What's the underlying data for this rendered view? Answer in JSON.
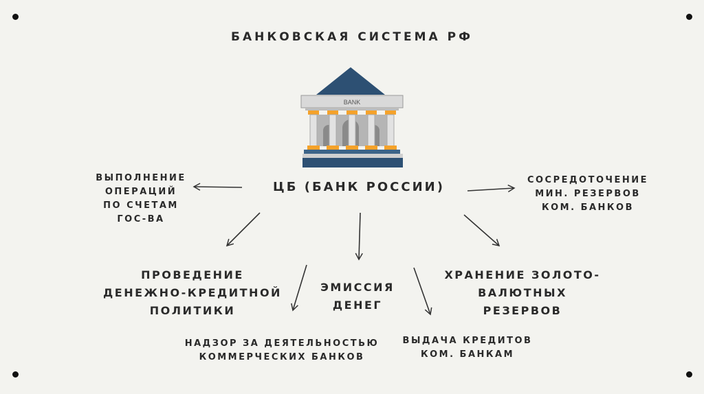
{
  "title": "БАНКОВСКАЯ СИСТЕМА РФ",
  "bank_icon": {
    "sign": "BANK",
    "icon": "bank-building-icon"
  },
  "center": "ЦБ (БАНК РОССИИ)",
  "nodes": {
    "left_top": "ВЫПОЛНЕНИЕ\nОПЕРАЦИЙ\nПО СЧЕТАМ\nГОС-ВА",
    "right_top": "СОСРЕДОТОЧЕНИЕ\nМИН. РЕЗЕРВОВ\nКОМ. БАНКОВ",
    "policy": "ПРОВЕДЕНИЕ\nДЕНЕЖНО-КРЕДИТНОЙ\nПОЛИТИКИ",
    "emission": "ЭМИССИЯ\nДЕНЕГ",
    "reserves": "ХРАНЕНИЕ ЗОЛОТО-\nВАЛЮТНЫХ\nРЕЗЕРВОВ",
    "supervision": "НАДЗОР ЗА ДЕЯТЕЛЬНОСТЬЮ\nКОММЕРЧЕСКИХ БАНКОВ",
    "credits": "ВЫДАЧА КРЕДИТОВ\nКОМ. БАНКАМ"
  },
  "colors": {
    "background": "#f3f3ef",
    "roof": "#2d5073",
    "columns_gray": "#c9c9c9",
    "accent_orange": "#f5a22a",
    "base": "#2d5073",
    "text": "#2a2a2a"
  }
}
